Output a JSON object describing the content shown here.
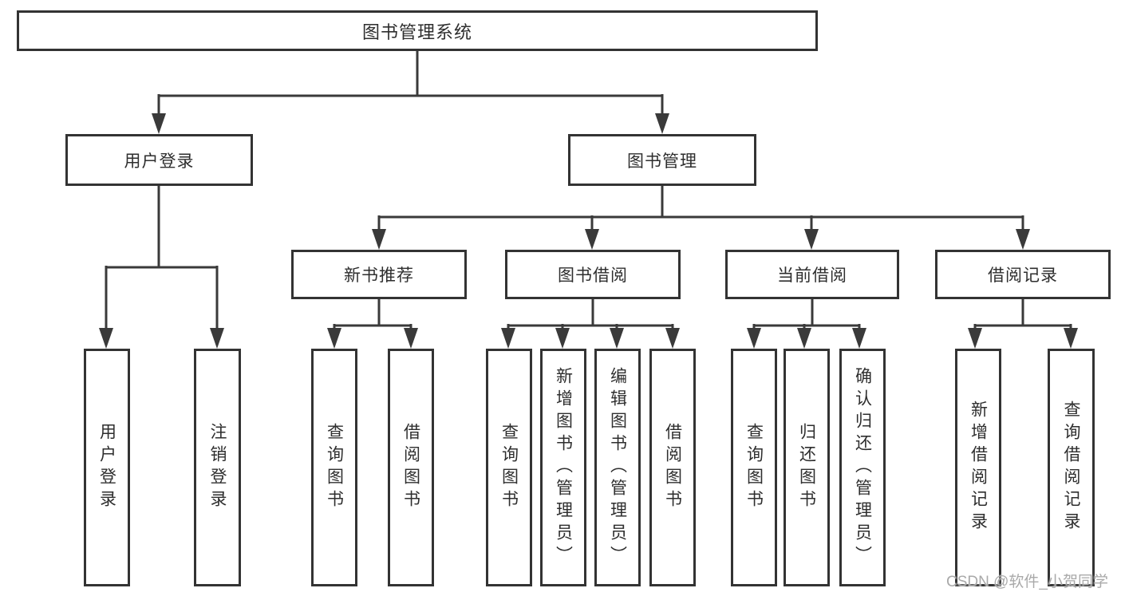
{
  "colors": {
    "line": "#3a3a3a",
    "box_border": "#333333",
    "text": "#2e2e2e",
    "watermark_text": "#a9a9a9",
    "background": "#ffffff"
  },
  "watermark": {
    "text": "CSDN @软件_小贺同学"
  },
  "tree": {
    "label": "图书管理系统",
    "children": [
      {
        "label": "用户登录",
        "children": [
          {
            "label": "用户登录"
          },
          {
            "label": "注销登录"
          }
        ]
      },
      {
        "label": "图书管理",
        "children": [
          {
            "label": "新书推荐",
            "children": [
              {
                "label": "查询图书"
              },
              {
                "label": "借阅图书"
              }
            ]
          },
          {
            "label": "图书借阅",
            "children": [
              {
                "label": "查询图书"
              },
              {
                "label": "新增图书（管理员）"
              },
              {
                "label": "编辑图书（管理员）"
              },
              {
                "label": "借阅图书"
              }
            ]
          },
          {
            "label": "当前借阅",
            "children": [
              {
                "label": "查询图书"
              },
              {
                "label": "归还图书"
              },
              {
                "label": "确认归还（管理员）"
              }
            ]
          },
          {
            "label": "借阅记录",
            "children": [
              {
                "label": "新增借阅记录"
              },
              {
                "label": "查询借阅记录"
              }
            ]
          }
        ]
      }
    ]
  }
}
